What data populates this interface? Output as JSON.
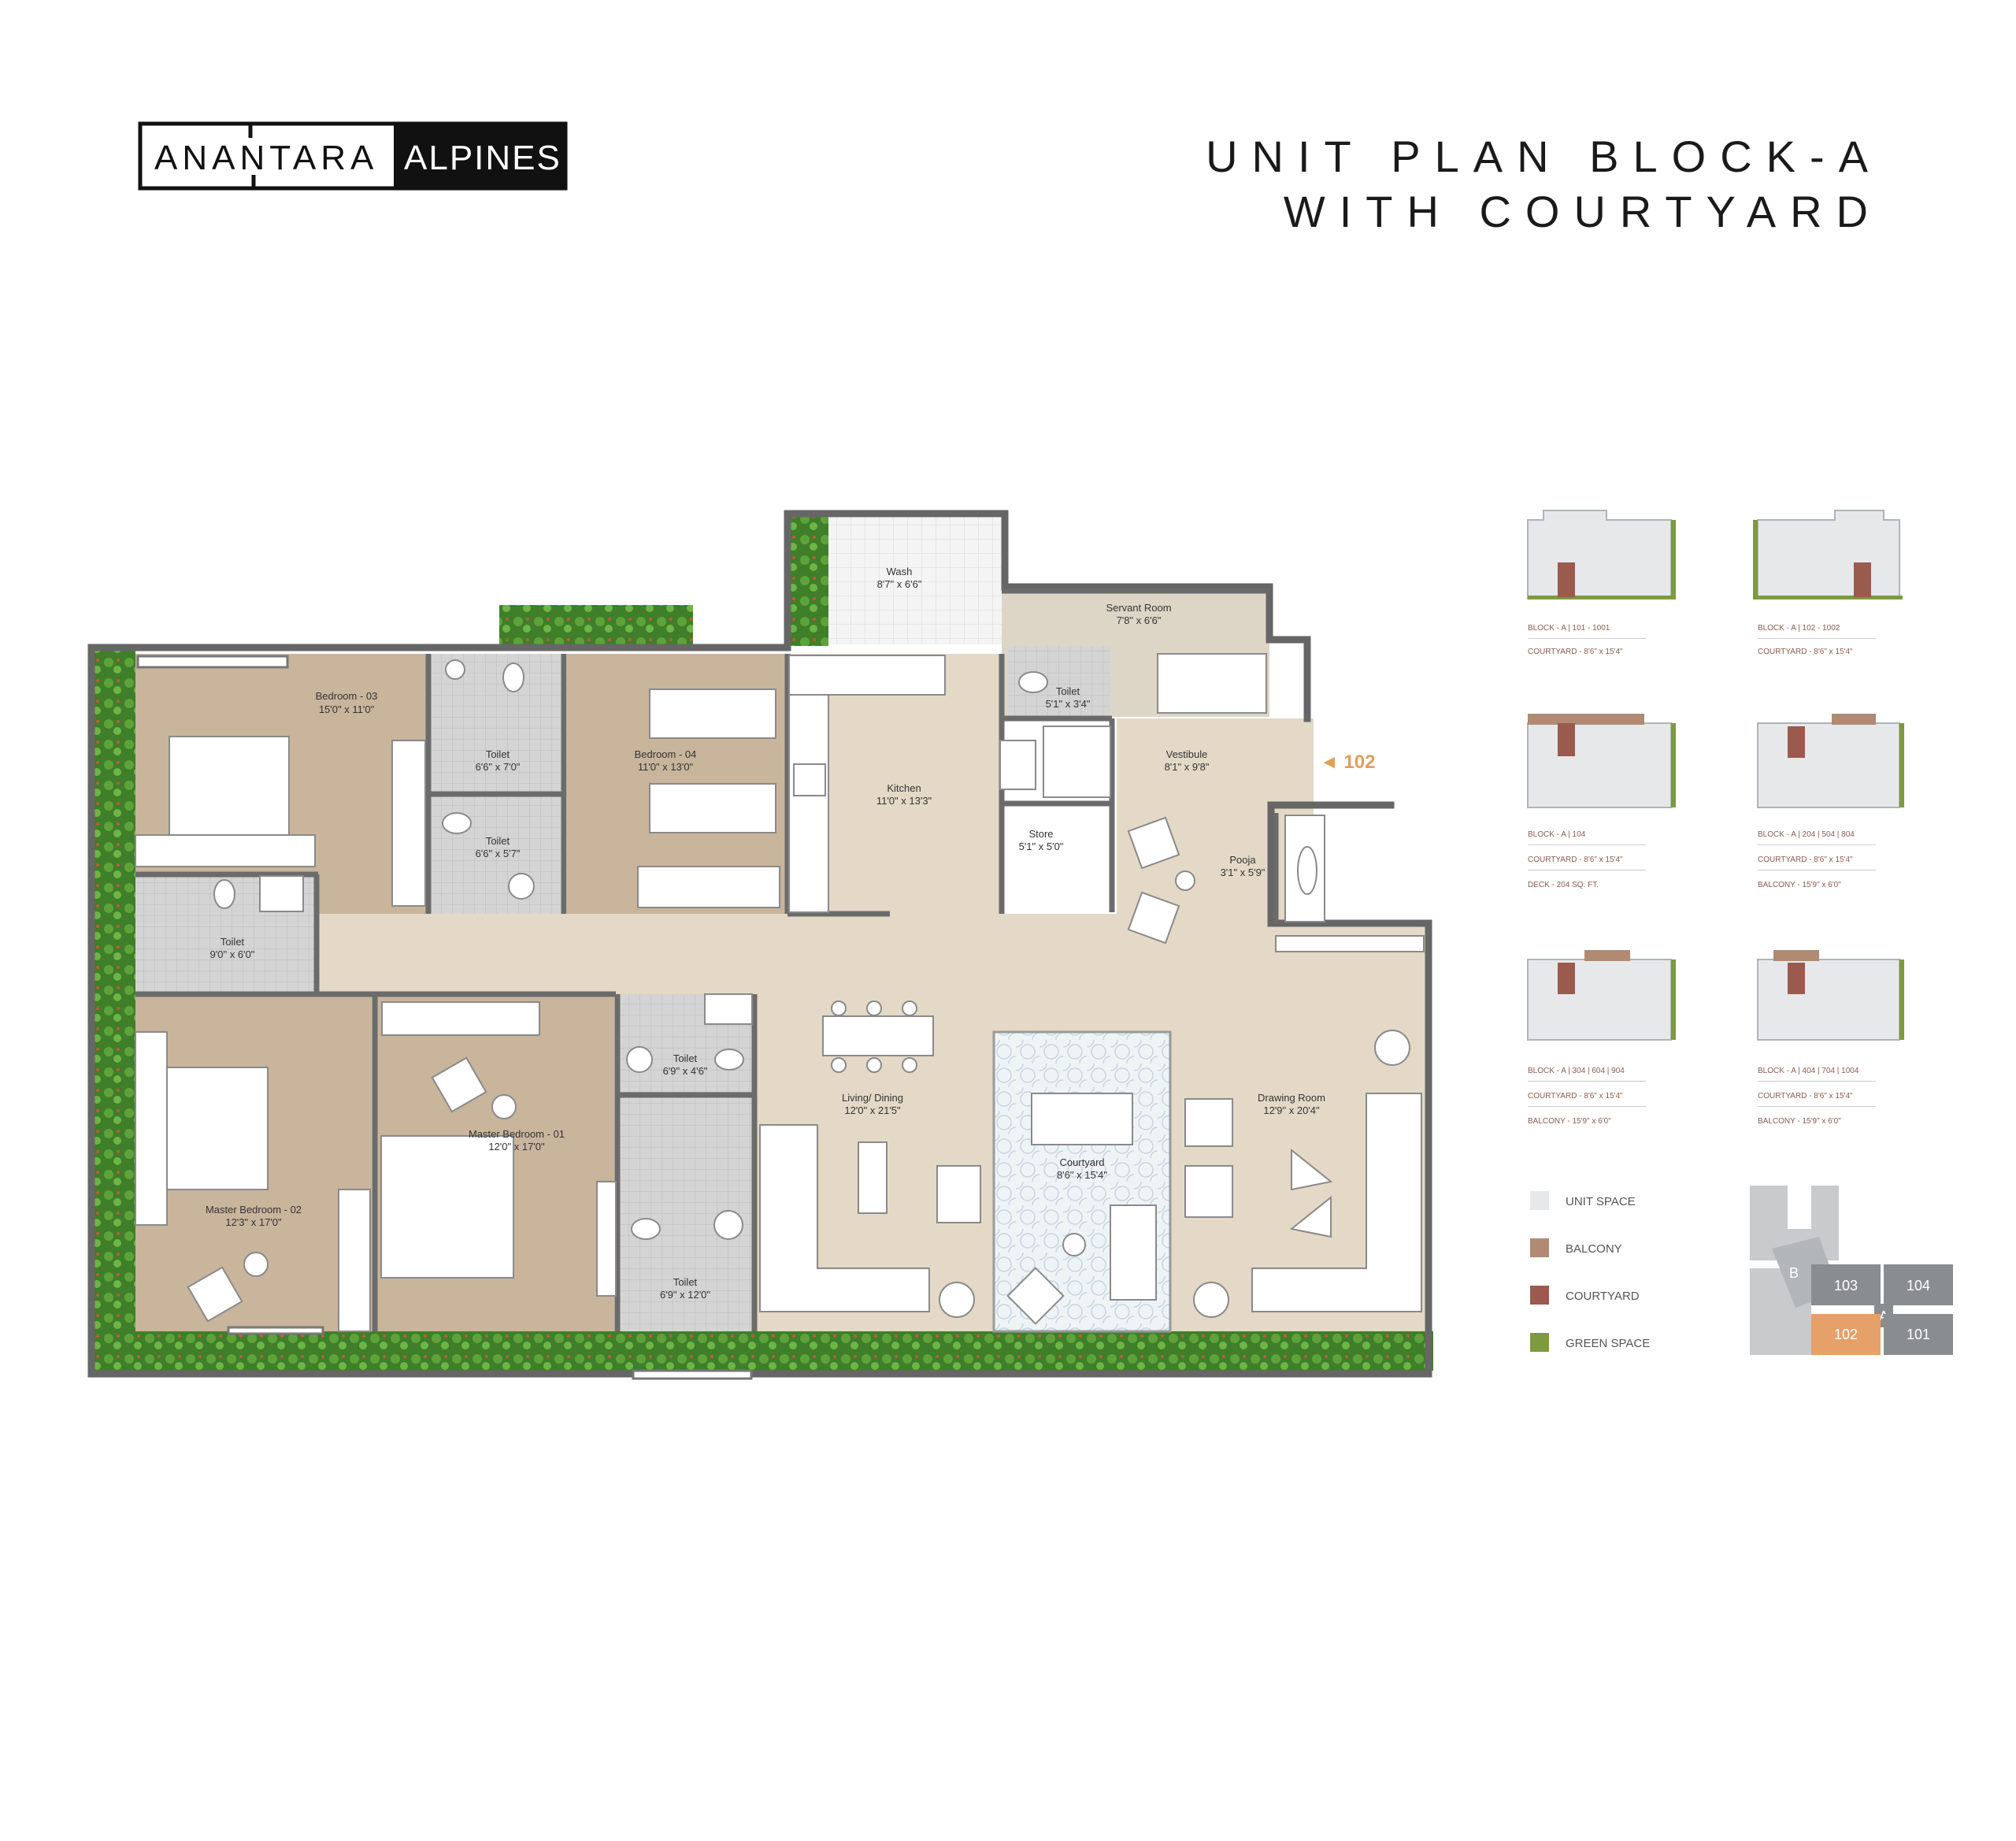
{
  "brand": {
    "left": "ANANTARA",
    "right": "ALPINES"
  },
  "title": {
    "line1": "UNIT PLAN BLOCK-A",
    "line2": "WITH COURTYARD"
  },
  "unit_marker": "◄ 102",
  "rooms": [
    {
      "name": "Bedroom - 03",
      "size": "15'0\" x 11'0\""
    },
    {
      "name": "Toilet",
      "size": "6'6\" x 7'0\""
    },
    {
      "name": "Bedroom - 04",
      "size": "11'0\" x 13'0\""
    },
    {
      "name": "Toilet",
      "size": "6'6\" x 5'7\""
    },
    {
      "name": "Toilet",
      "size": "9'0\" x 6'0\""
    },
    {
      "name": "Wash",
      "size": "8'7\" x 6'6\""
    },
    {
      "name": "Kitchen",
      "size": "11'0\" x 13'3\""
    },
    {
      "name": "Servant Room",
      "size": "7'8\" x 6'6\""
    },
    {
      "name": "Toilet",
      "size": "5'1\" x 3'4\""
    },
    {
      "name": "Store",
      "size": "5'1\" x 5'0\""
    },
    {
      "name": "Vestibule",
      "size": "8'1\" x 9'8\""
    },
    {
      "name": "Pooja",
      "size": "3'1\" x 5'9\""
    },
    {
      "name": "Master Bedroom - 02",
      "size": "12'3\" x 17'0\""
    },
    {
      "name": "Master Bedroom - 01",
      "size": "12'0\" x 17'0\""
    },
    {
      "name": "Toilet",
      "size": "6'9\" x 4'6\""
    },
    {
      "name": "Toilet",
      "size": "6'9\" x 12'0\""
    },
    {
      "name": "Living/ Dining",
      "size": "12'0\" x 21'5\""
    },
    {
      "name": "Courtyard",
      "size": "8'6\" x 15'4\""
    },
    {
      "name": "Drawing Room",
      "size": "12'9\" x 20'4\""
    }
  ],
  "key_plans": [
    {
      "line1": "BLOCK - A  |  101 - 1001",
      "line2": "COURTYARD - 8'6\" x 15'4\"",
      "line3": ""
    },
    {
      "line1": "BLOCK - A  |  102 - 1002",
      "line2": "COURTYARD - 8'6\" x 15'4\"",
      "line3": ""
    },
    {
      "line1": "BLOCK - A  |  104",
      "line2": "COURTYARD - 8'6\" x 15'4\"",
      "line3": "DECK - 204 SQ. FT."
    },
    {
      "line1": "BLOCK - A  |  204  |  504  |  804",
      "line2": "COURTYARD - 8'6\" x 15'4\"",
      "line3": "BALCONY - 15'9\" x 6'0\""
    },
    {
      "line1": "BLOCK - A  |  304  |  604  |  904",
      "line2": "COURTYARD - 8'6\" x 15'4\"",
      "line3": "BALCONY - 15'9\" x 6'0\""
    },
    {
      "line1": "BLOCK - A  |  404  |  704  |  1004",
      "line2": "COURTYARD - 8'6\" x 15'4\"",
      "line3": "BALCONY - 15'9\" x 6'0\""
    }
  ],
  "legend": [
    {
      "label": "UNIT SPACE",
      "color": "#e6e8ea"
    },
    {
      "label": "BALCONY",
      "color": "#b08a72"
    },
    {
      "label": "COURTYARD",
      "color": "#9a5a4e"
    },
    {
      "label": "GREEN SPACE",
      "color": "#7d9a3e"
    }
  ],
  "site_plan": {
    "block_b": "B",
    "block_a": "A",
    "units": [
      "103",
      "104",
      "102",
      "101"
    ],
    "highlight_color": "#e6a06a"
  },
  "colors": {
    "wall": "#6b6b6b",
    "bedroom_floor": "#c9b49c",
    "common_floor": "#e3d9c6",
    "tile_floor": "#d2d2d2",
    "green": "#4a8a2e",
    "accent_orange": "#e0a05a"
  }
}
